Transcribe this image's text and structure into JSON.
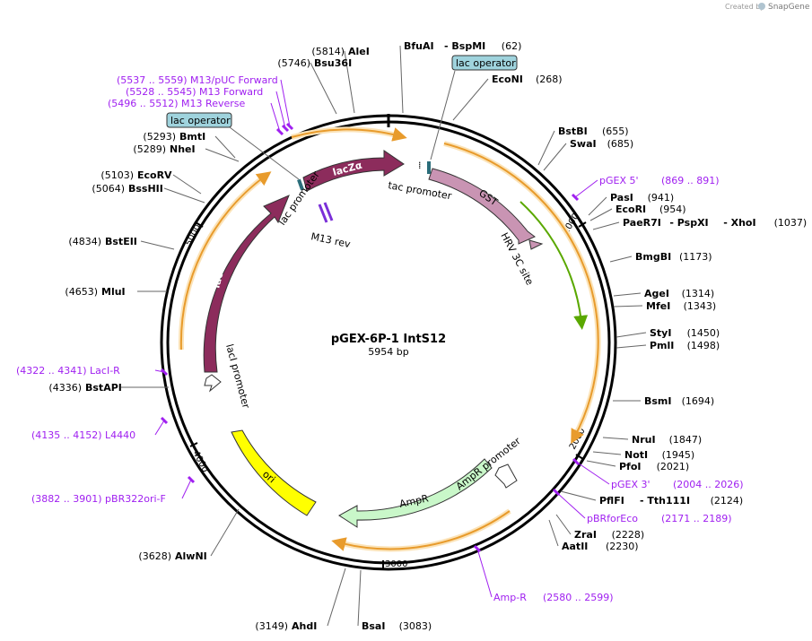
{
  "plasmid": {
    "name": "pGEX-6P-1 IntS12",
    "length_label": "5954 bp",
    "length": 5954
  },
  "credit": {
    "prefix": "Created by",
    "brand": "SnapGene"
  },
  "ticks": [
    "1000",
    "2000",
    "3000",
    "4000",
    "5000"
  ],
  "enzymes": [
    {
      "name": "AleI",
      "pos": "(5814)"
    },
    {
      "name": "Bsu36I",
      "pos": "(5746)"
    },
    {
      "name": "BfuAI",
      "name2": "BspMI",
      "pos": "(62)"
    },
    {
      "name": "EcoNI",
      "pos": "(268)"
    },
    {
      "name": "BstBI",
      "pos": "(655)"
    },
    {
      "name": "SwaI",
      "pos": "(685)"
    },
    {
      "name": "PasI",
      "pos": "(941)"
    },
    {
      "name": "EcoRI",
      "pos": "(954)"
    },
    {
      "name": "PaeR7I",
      "name2": "PspXI",
      "name3": "XhoI",
      "pos": "(1037)"
    },
    {
      "name": "BmgBI",
      "pos": "(1173)"
    },
    {
      "name": "AgeI",
      "pos": "(1314)"
    },
    {
      "name": "MfeI",
      "pos": "(1343)"
    },
    {
      "name": "StyI",
      "pos": "(1450)"
    },
    {
      "name": "PmlI",
      "pos": "(1498)"
    },
    {
      "name": "BsmI",
      "pos": "(1694)"
    },
    {
      "name": "NruI",
      "pos": "(1847)"
    },
    {
      "name": "NotI",
      "pos": "(1945)"
    },
    {
      "name": "PfoI",
      "pos": "(2021)"
    },
    {
      "name": "PflFI",
      "name2": "Tth111I",
      "pos": "(2124)"
    },
    {
      "name": "ZraI",
      "pos": "(2228)"
    },
    {
      "name": "AatII",
      "pos": "(2230)"
    },
    {
      "name": "BsaI",
      "pos": "(3083)"
    },
    {
      "name": "AhdI",
      "pos": "(3149)"
    },
    {
      "name": "AlwNI",
      "pos": "(3628)"
    },
    {
      "name": "BstAPI",
      "pos": "(4336)"
    },
    {
      "name": "MluI",
      "pos": "(4653)"
    },
    {
      "name": "BstEII",
      "pos": "(4834)"
    },
    {
      "name": "BssHII",
      "pos": "(5064)"
    },
    {
      "name": "EcoRV",
      "pos": "(5103)"
    },
    {
      "name": "NheI",
      "pos": "(5289)"
    },
    {
      "name": "BmtI",
      "pos": "(5293)"
    }
  ],
  "primers": [
    {
      "name": "M13/pUC Forward",
      "range": "(5537 .. 5559)"
    },
    {
      "name": "M13 Forward",
      "range": "(5528 .. 5545)"
    },
    {
      "name": "M13 Reverse",
      "range": "(5496 .. 5512)"
    },
    {
      "name": "pGEX 5'",
      "range": "(869 .. 891)"
    },
    {
      "name": "pGEX 3'",
      "range": "(2004 .. 2026)"
    },
    {
      "name": "pBRforEco",
      "range": "(2171 .. 2189)"
    },
    {
      "name": "Amp-R",
      "range": "(2580 .. 2599)"
    },
    {
      "name": "pBR322ori-F",
      "range": "(3882 .. 3901)"
    },
    {
      "name": "L4440",
      "range": "(4135 .. 4152)"
    },
    {
      "name": "LacI-R",
      "range": "(4322 .. 4341)"
    }
  ],
  "features": {
    "lacZa": "lacZα",
    "lac_promoter": "lac promoter",
    "tac_promoter": "tac promoter",
    "gst": "GST",
    "hrv": "HRV 3C site",
    "m13rev": "M13 rev",
    "laci": "lacI",
    "laci_promoter": "lacI promoter",
    "ampr": "AmpR",
    "ampr_promoter": "AmpR promoter",
    "ori": "ori",
    "lac_operator_1": "lac operator",
    "lac_operator_2": "lac operator"
  },
  "colors": {
    "lacZa": "#8c2c5c",
    "laci": "#8c2c5c",
    "gst": "#c994b3",
    "hrv": "#c994b3",
    "ampr": "#c9f7c9",
    "ori": "#ffff00",
    "orf": "#e89b2c",
    "orf_green": "#5aa800",
    "primer": "#a020f0",
    "operator": "#9fd3dd",
    "backbone": "#000000"
  }
}
